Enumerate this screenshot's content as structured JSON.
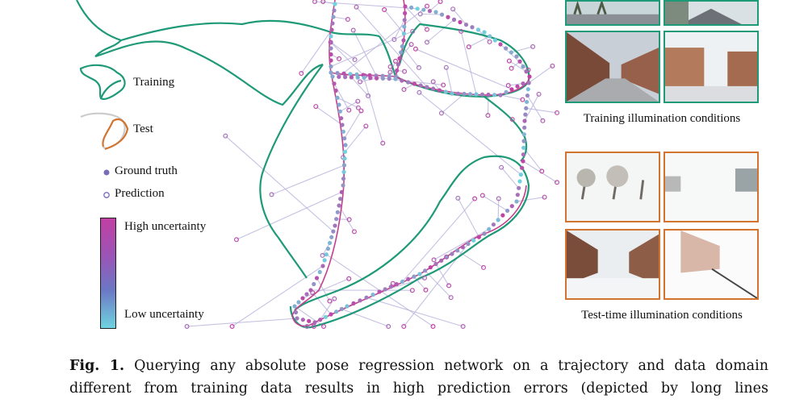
{
  "legend": {
    "training_label": "Training",
    "test_label": "Test",
    "ground_truth_label": "Ground truth",
    "prediction_label": "Prediction",
    "high_uncertainty_label": "High uncertainty",
    "low_uncertainty_label": "Low uncertainty"
  },
  "panels": {
    "training_title": "Training illumination conditions",
    "test_title": "Test-time illumination conditions"
  },
  "caption": {
    "fig_label": "Fig. 1.",
    "line1_text": "Querying any absolute pose regression network on a trajectory and data domain",
    "line2_text": "different from training data results in high prediction errors (depicted by long lines"
  },
  "colors": {
    "training": "#1f9a78",
    "test": "#d2732f",
    "error_lines": "#b7b2dc",
    "high_uncertainty": "#c23fa4",
    "low_uncertainty": "#6fd3e0",
    "ground_truth_dot": "#7a6cb6"
  },
  "icons": [
    "training-trajectory-icon",
    "test-trajectory-icon",
    "ground-truth-dot-icon",
    "prediction-circle-icon",
    "uncertainty-colorbar"
  ]
}
